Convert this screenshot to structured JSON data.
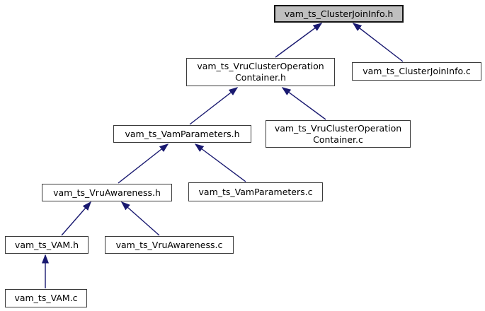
{
  "graph": {
    "kind": "include-dependency-graph",
    "highlighted_node": "vam_ts_ClusterJoinInfo.h",
    "nodes": [
      {
        "id": "vam_ts_ClusterJoinInfo.h",
        "label": "vam_ts_ClusterJoinInfo.h",
        "highlighted": true
      },
      {
        "id": "vam_ts_VruClusterOperationContainer.h",
        "label": "vam_ts_VruClusterOperation\nContainer.h",
        "highlighted": false
      },
      {
        "id": "vam_ts_ClusterJoinInfo.c",
        "label": "vam_ts_ClusterJoinInfo.c",
        "highlighted": false
      },
      {
        "id": "vam_ts_VamParameters.h",
        "label": "vam_ts_VamParameters.h",
        "highlighted": false
      },
      {
        "id": "vam_ts_VruClusterOperationContainer.c",
        "label": "vam_ts_VruClusterOperation\nContainer.c",
        "highlighted": false
      },
      {
        "id": "vam_ts_VruAwareness.h",
        "label": "vam_ts_VruAwareness.h",
        "highlighted": false
      },
      {
        "id": "vam_ts_VamParameters.c",
        "label": "vam_ts_VamParameters.c",
        "highlighted": false
      },
      {
        "id": "vam_ts_VAM.h",
        "label": "vam_ts_VAM.h",
        "highlighted": false
      },
      {
        "id": "vam_ts_VruAwareness.c",
        "label": "vam_ts_VruAwareness.c",
        "highlighted": false
      },
      {
        "id": "vam_ts_VAM.c",
        "label": "vam_ts_VAM.c",
        "highlighted": false
      }
    ],
    "edges": [
      {
        "from": "vam_ts_VruClusterOperationContainer.h",
        "to": "vam_ts_ClusterJoinInfo.h"
      },
      {
        "from": "vam_ts_ClusterJoinInfo.c",
        "to": "vam_ts_ClusterJoinInfo.h"
      },
      {
        "from": "vam_ts_VamParameters.h",
        "to": "vam_ts_VruClusterOperationContainer.h"
      },
      {
        "from": "vam_ts_VruClusterOperationContainer.c",
        "to": "vam_ts_VruClusterOperationContainer.h"
      },
      {
        "from": "vam_ts_VruAwareness.h",
        "to": "vam_ts_VamParameters.h"
      },
      {
        "from": "vam_ts_VamParameters.c",
        "to": "vam_ts_VamParameters.h"
      },
      {
        "from": "vam_ts_VAM.h",
        "to": "vam_ts_VruAwareness.h"
      },
      {
        "from": "vam_ts_VruAwareness.c",
        "to": "vam_ts_VruAwareness.h"
      },
      {
        "from": "vam_ts_VAM.c",
        "to": "vam_ts_VAM.h"
      }
    ],
    "colors": {
      "edge": "#191970",
      "node_fill": "#ffffff",
      "highlighted_node_fill": "#bfbfbf",
      "node_border": "#3b3b3b",
      "text": "#000000",
      "background": "#ffffff"
    }
  }
}
